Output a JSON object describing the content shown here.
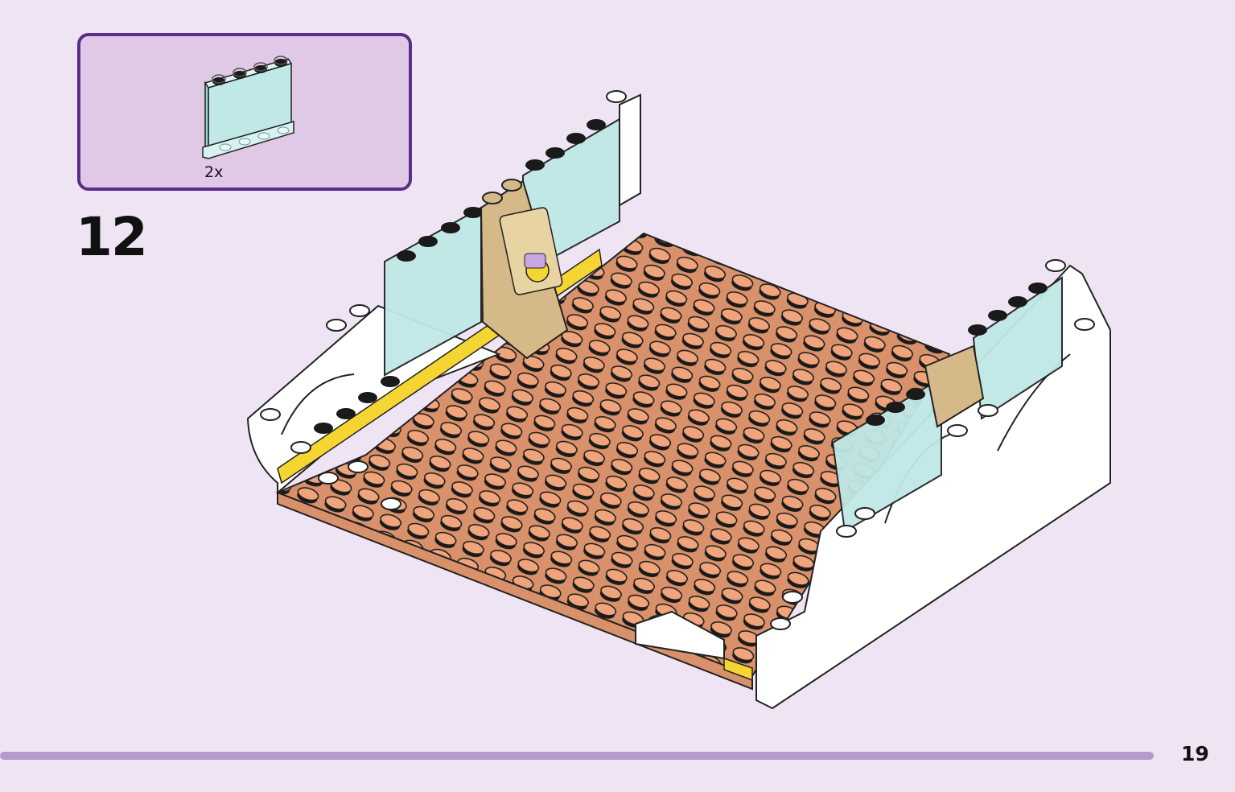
{
  "step": {
    "number": "12",
    "part_quantity": "2x",
    "part_icon": "transparent-panel-1x4x3-icon"
  },
  "page": {
    "number": "19"
  },
  "colors": {
    "background": "#efe4f3",
    "callout_fill": "#dfc9e6",
    "callout_border": "#5a2d8a",
    "progress_bar": "#b59bcd",
    "baseplate": "#d8916a",
    "panel": "#bfe8e6",
    "tan": "#d6b988",
    "white_brick": "#ffffff",
    "yellow_tile": "#f5d531"
  }
}
